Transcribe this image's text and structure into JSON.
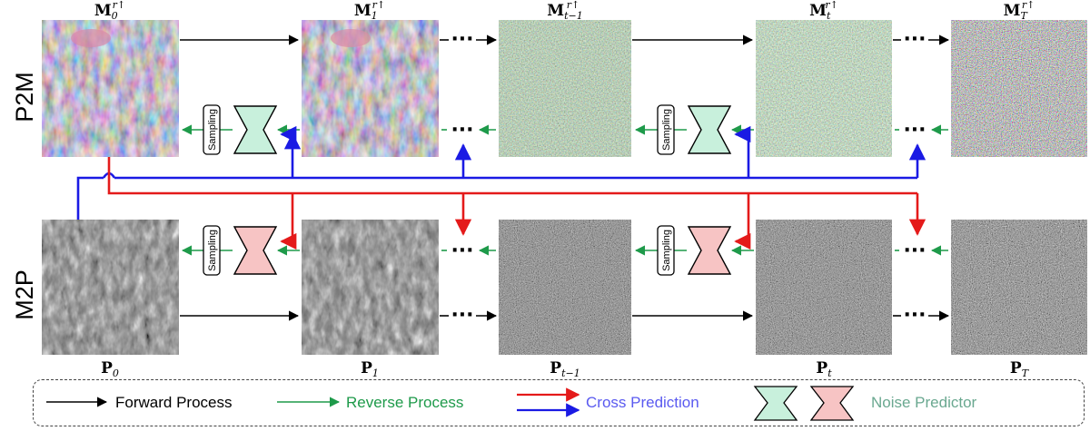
{
  "row_labels": {
    "top": "P2M",
    "bottom": "M2P"
  },
  "top_images": [
    {
      "label": "M",
      "sub": "0",
      "sup": "r↑"
    },
    {
      "label": "M",
      "sub": "1",
      "sup": "r↑"
    },
    {
      "label": "M",
      "sub": "t−1",
      "sup": "r↑"
    },
    {
      "label": "M",
      "sub": "t",
      "sup": "r↑"
    },
    {
      "label": "M",
      "sub": "T",
      "sup": "r↑"
    }
  ],
  "bottom_images": [
    {
      "label": "P",
      "sub": "0"
    },
    {
      "label": "P",
      "sub": "1"
    },
    {
      "label": "P",
      "sub": "t−1"
    },
    {
      "label": "P",
      "sub": "t"
    },
    {
      "label": "P",
      "sub": "T"
    }
  ],
  "sampling_label": "Sampling",
  "ellipsis": "···",
  "legend": {
    "forward": "Forward Process",
    "reverse": "Reverse Process",
    "cross": "Cross Prediction",
    "noise": "Noise Predictor"
  },
  "colors": {
    "forward": "#000000",
    "reverse": "#1e9a4a",
    "cross_red": "#e41a1a",
    "cross_blue": "#1a1ae4",
    "cross_text": "#5a5af0",
    "noise_text": "#6aa890",
    "predictor_green": "#c8f0dc",
    "predictor_pink": "#f7c4c4"
  }
}
